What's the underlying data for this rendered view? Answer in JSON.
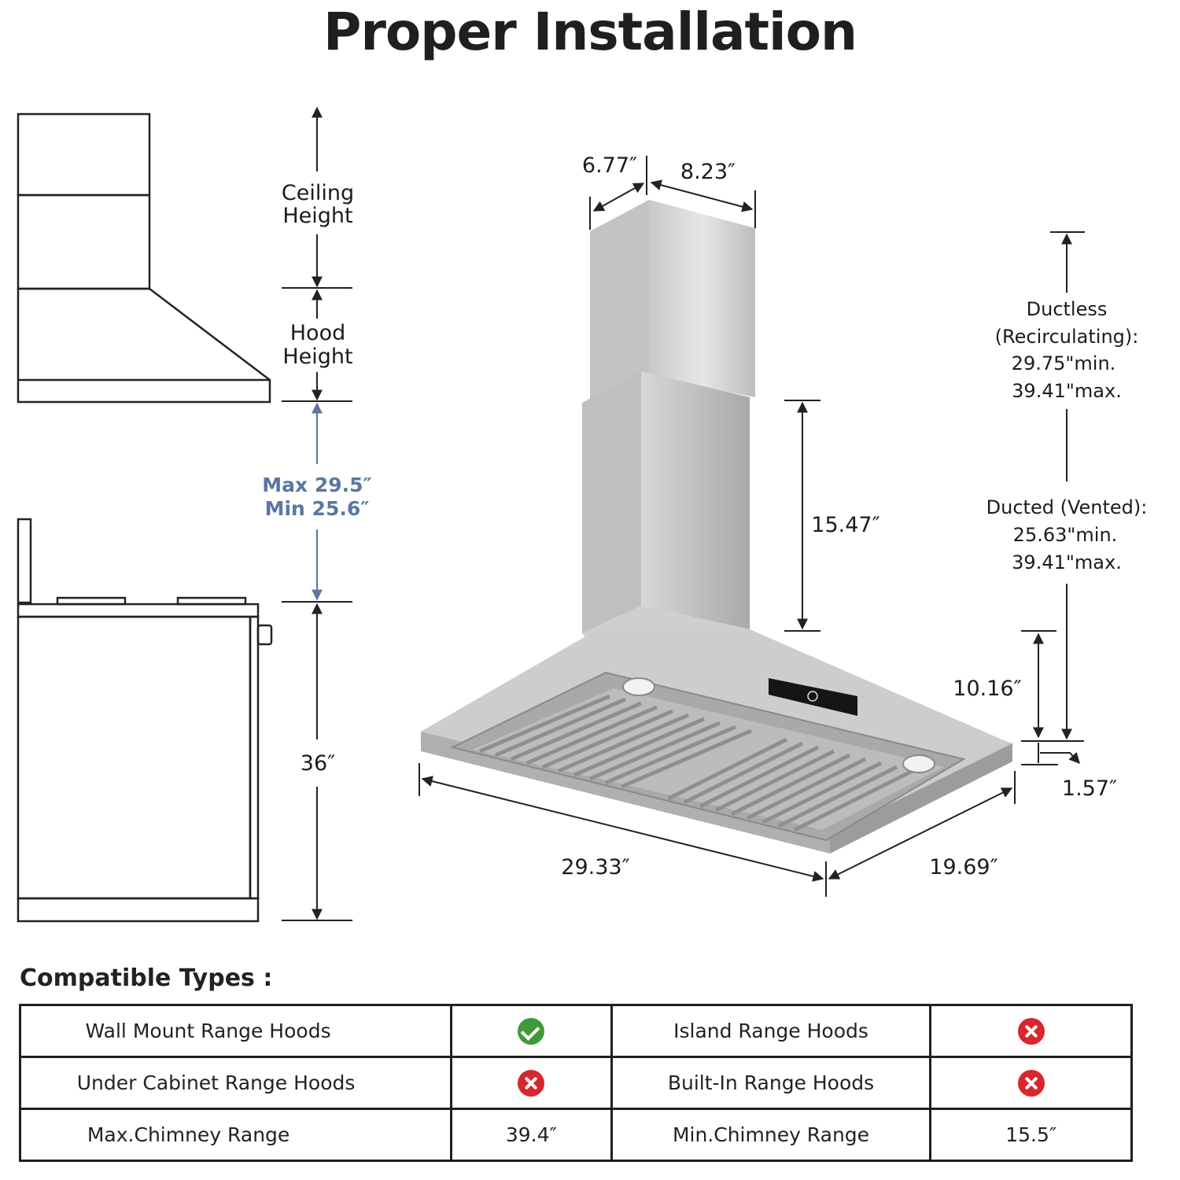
{
  "title": "Proper Installation",
  "side_diagram": {
    "ceiling_height_line1": "Ceiling",
    "ceiling_height_line2": "Height",
    "hood_height_line1": "Hood",
    "hood_height_line2": "Height",
    "max_clearance": "Max 29.5″",
    "min_clearance": "Min 25.6″",
    "counter_height": "36″"
  },
  "hood_dimensions": {
    "chimney_depth": "6.77″",
    "chimney_width": "8.23″",
    "upper_chimney_height": "15.47″",
    "canopy_height": "10.16″",
    "bottom_rim": "1.57″",
    "width": "29.33″",
    "depth": "19.69″"
  },
  "height_range": {
    "ductless_line1": "Ductless",
    "ductless_line2": "(Recirculating):",
    "ductless_min": "29.75\"min.",
    "ductless_max": "39.41\"max.",
    "ducted_line1": "Ducted (Vented):",
    "ducted_min": "25.63\"min.",
    "ducted_max": "39.41\"max."
  },
  "compatible": {
    "heading": "Compatible Types :",
    "rows": [
      {
        "label_a": "Wall Mount Range Hoods",
        "value_a": "yes",
        "label_b": "Island Range Hoods",
        "value_b": "no"
      },
      {
        "label_a": "Under Cabinet Range Hoods",
        "value_a": "no",
        "label_b": "Built-In Range Hoods",
        "value_b": "no"
      },
      {
        "label_a": "Max.Chimney Range",
        "value_a": "39.4″",
        "label_b": "Min.Chimney Range",
        "value_b": "15.5″"
      }
    ]
  },
  "colors": {
    "accent_blue": "#5b76a3",
    "check_green": "#3f9b3a",
    "cross_red": "#d8262e"
  }
}
